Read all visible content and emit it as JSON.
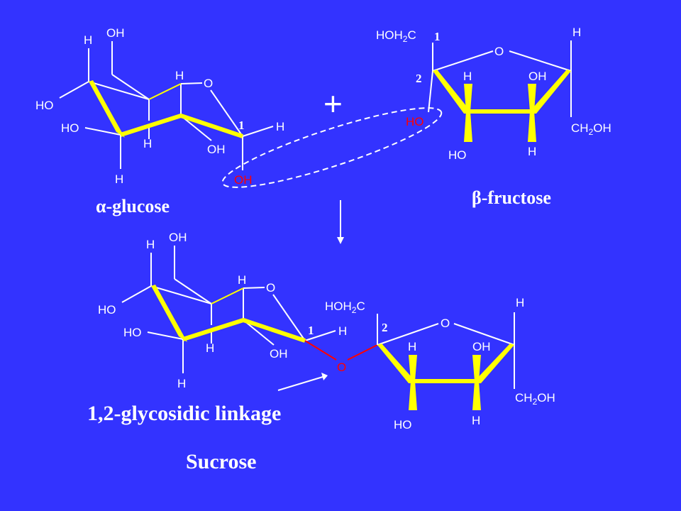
{
  "colors": {
    "background": "#3333ff",
    "ring": "#ffff00",
    "text": "#ffffff",
    "highlight": "#ff0000"
  },
  "glucose": {
    "label": "α-glucose",
    "atoms": {
      "h_top": "H",
      "oh_top": "OH",
      "h_c4": "H",
      "ring_o": "O",
      "ho_left": "HO",
      "ho_c3": "HO",
      "h_c3": "H",
      "h_c1": "H",
      "oh_c2": "OH",
      "h_bottom": "H",
      "oh_anomeric": "OH"
    },
    "carbon_number": "1"
  },
  "plus_sign": "+",
  "fructose": {
    "label": "β-fructose",
    "atoms": {
      "hoh2c": "HOH",
      "hoh2c_sub": "2",
      "hoh2c_c": "C",
      "ring_o": "O",
      "h_top": "H",
      "h_c3": "H",
      "oh_c4": "OH",
      "ho_anomeric": "HO",
      "ch2oh": "CH",
      "ch2oh_sub": "2",
      "ch2oh_oh": "OH",
      "ho_c3": "HO",
      "h_c4": "H"
    },
    "carbon_numbers": {
      "c1": "1",
      "c2": "2"
    }
  },
  "sucrose": {
    "glucose_atoms": {
      "h_top": "H",
      "oh_top": "OH",
      "h_c4": "H",
      "ring_o": "O",
      "ho_left": "HO",
      "ho_c3": "HO",
      "h_c3": "H",
      "h_c1": "H",
      "oh_c2": "OH",
      "h_bottom": "H"
    },
    "glucose_carbon": "1",
    "linkage_o": "O",
    "fructose_atoms": {
      "hoh2c": "HOH",
      "hoh2c_sub": "2",
      "hoh2c_c": "C",
      "ring_o": "O",
      "h_top": "H",
      "h_c3": "H",
      "oh_c4": "OH",
      "ch2oh": "CH",
      "ch2oh_sub": "2",
      "ch2oh_oh": "OH",
      "ho_c3": "HO",
      "h_c4": "H"
    },
    "fructose_carbon": "2",
    "linkage_label": "1,2-glycosidic linkage",
    "title": "Sucrose"
  }
}
